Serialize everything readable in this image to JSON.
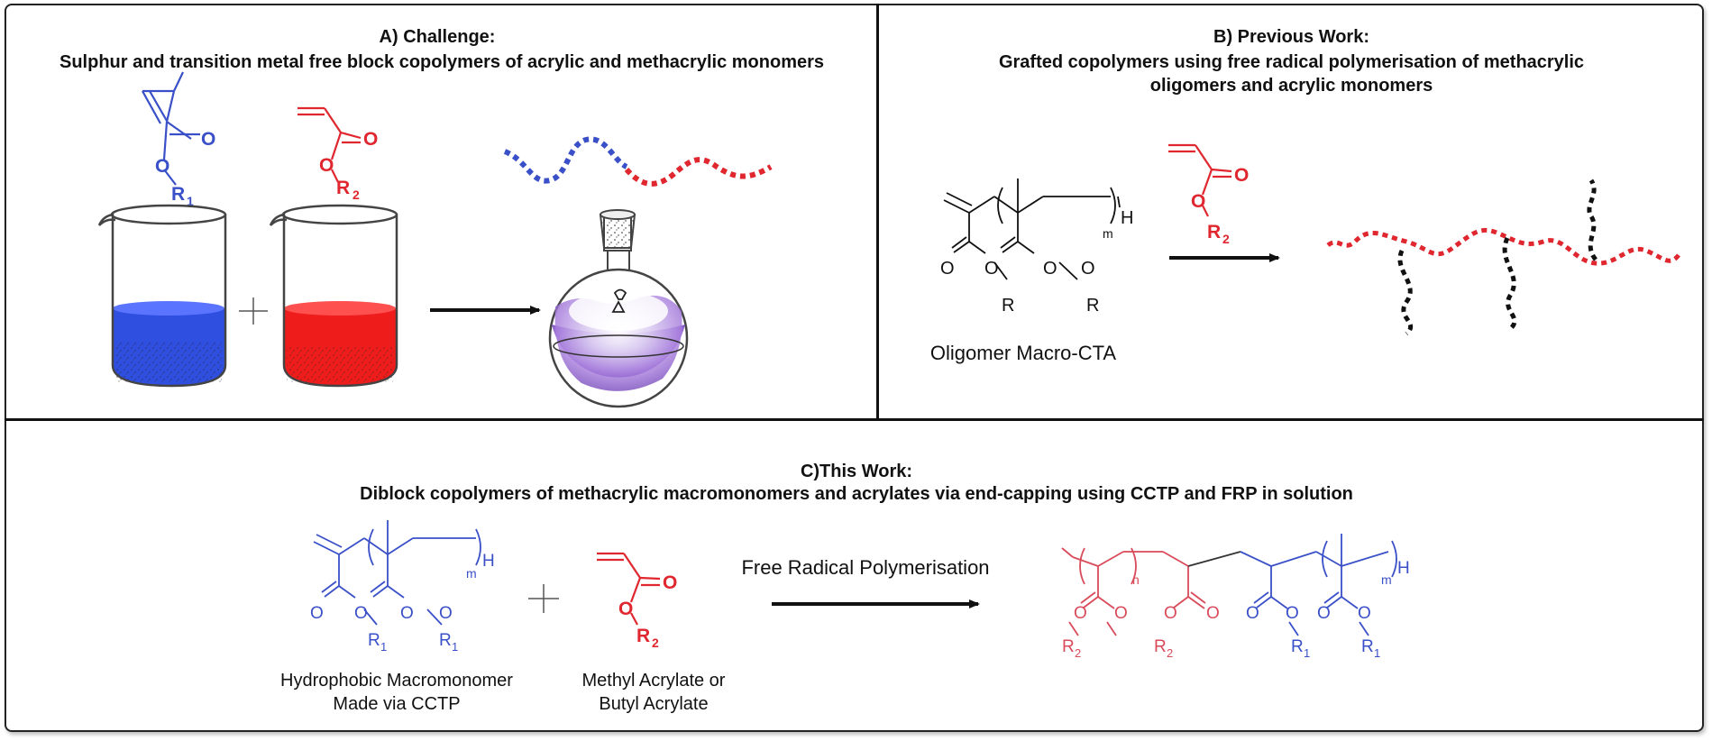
{
  "panel_a": {
    "title": "A) Challenge:",
    "subtitle": "Sulphur and transition metal free block copolymers of acrylic and methacrylic monomers",
    "monomer1": {
      "o_carbonyl": "O",
      "o_ester": "O",
      "r": "R",
      "r_sub": "1"
    },
    "monomer2": {
      "o_carbonyl": "O",
      "o_ester": "O",
      "r": "R",
      "r_sub": "2"
    },
    "plus_sign": "+"
  },
  "panel_b": {
    "title": "B) Previous Work:",
    "subtitle_line1": "Grafted copolymers using free radical polymerisation of methacrylic",
    "subtitle_line2": "oligomers and acrylic monomers",
    "oligomer": {
      "o1": "O",
      "o2": "O",
      "o3": "O",
      "o4": "O",
      "r1": "R",
      "r2": "R",
      "m": "m",
      "h": "H"
    },
    "monomer": {
      "o_carbonyl": "O",
      "o_ester": "O",
      "r": "R",
      "r_sub": "2"
    },
    "oligomer_label": "Oligomer Macro-CTA"
  },
  "panel_c": {
    "title": "C)This Work:",
    "subtitle": "Diblock copolymers of methacrylic macromonomers and acrylates via end-capping using CCTP and FRP in solution",
    "macromonomer": {
      "o1": "O",
      "o2": "O",
      "o3": "O",
      "o4": "O",
      "r": "R",
      "r_sub": "1",
      "m": "m",
      "h": "H"
    },
    "macromonomer_label_line1": "Hydrophobic Macromonomer",
    "macromonomer_label_line2": "Made via CCTP",
    "plus_sign": "+",
    "acrylate": {
      "o_carbonyl": "O",
      "o_ester": "O",
      "r": "R",
      "r_sub": "2"
    },
    "acrylate_label_line1": "Methyl Acrylate or",
    "acrylate_label_line2": "Butyl Acrylate",
    "arrow_label": "Free Radical Polymerisation",
    "product": {
      "n": "n",
      "m": "m",
      "h": "H",
      "o": "O",
      "r": "R",
      "r_sub_red": "2",
      "r_sub_blue": "1"
    }
  },
  "colors": {
    "blue": "#3a50c8",
    "red": "#e0262e",
    "pink": "#d94a5a",
    "black": "#111111",
    "purple": "#8a5cc8"
  }
}
